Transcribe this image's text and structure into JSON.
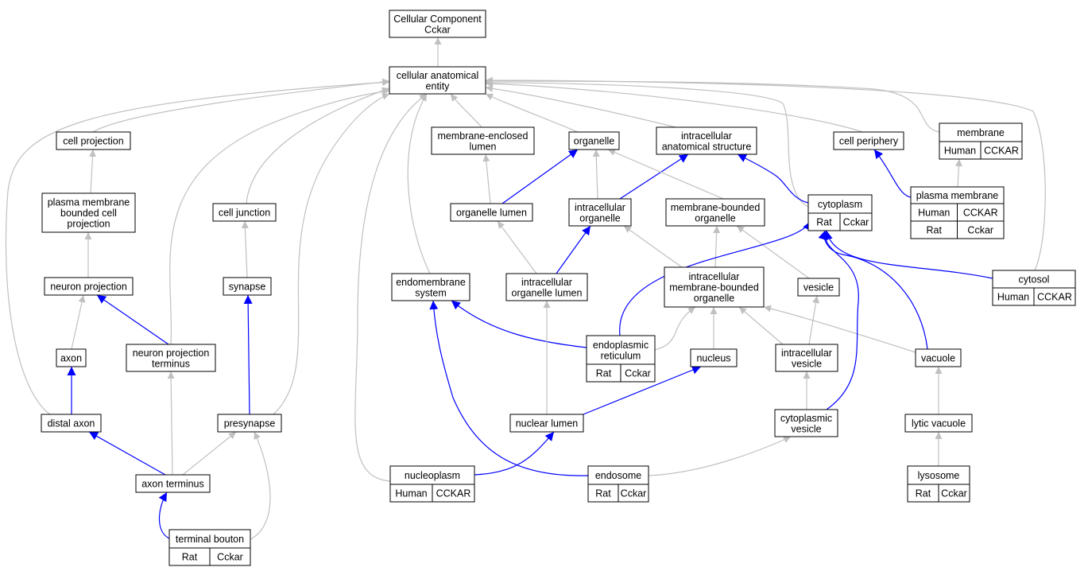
{
  "colors": {
    "gray_edge": "#c0c0c0",
    "blue_edge": "#0000ff",
    "human": "#f46a4e",
    "rat": "#ffd700"
  },
  "nodes": {
    "cellular_component": {
      "lines": [
        "Cellular Component",
        "Cckar"
      ]
    },
    "cellular_anatomical_entity": {
      "lines": [
        "cellular anatomical",
        "entity"
      ]
    },
    "cell_projection": {
      "lines": [
        "cell projection"
      ]
    },
    "membrane_enclosed_lumen": {
      "lines": [
        "membrane-enclosed",
        "lumen"
      ]
    },
    "organelle": {
      "lines": [
        "organelle"
      ]
    },
    "intracellular_anatomical_structure": {
      "lines": [
        "intracellular",
        "anatomical structure"
      ]
    },
    "cell_periphery": {
      "lines": [
        "cell periphery"
      ]
    },
    "membrane": {
      "lines": [
        "membrane"
      ],
      "cells": [
        {
          "type": "human",
          "texts": [
            "Human",
            "CCKAR"
          ]
        }
      ]
    },
    "plasma_membrane_bounded_cell_projection": {
      "lines": [
        "plasma membrane",
        "bounded cell",
        "projection"
      ]
    },
    "cell_junction": {
      "lines": [
        "cell junction"
      ]
    },
    "organelle_lumen": {
      "lines": [
        "organelle lumen"
      ]
    },
    "intracellular_organelle": {
      "lines": [
        "intracellular",
        "organelle"
      ]
    },
    "membrane_bounded_organelle": {
      "lines": [
        "membrane-bounded",
        "organelle"
      ]
    },
    "cytoplasm": {
      "lines": [
        "cytoplasm"
      ],
      "cells": [
        {
          "type": "rat",
          "texts": [
            "Rat",
            "Cckar"
          ]
        }
      ]
    },
    "plasma_membrane": {
      "lines": [
        "plasma membrane"
      ],
      "cells": [
        {
          "type": "human",
          "texts": [
            "Human",
            "CCKAR"
          ]
        },
        {
          "type": "rat",
          "texts": [
            "Rat",
            "Cckar"
          ]
        }
      ]
    },
    "neuron_projection": {
      "lines": [
        "neuron projection"
      ]
    },
    "synapse": {
      "lines": [
        "synapse"
      ]
    },
    "endomembrane_system": {
      "lines": [
        "endomembrane",
        "system"
      ]
    },
    "intracellular_organelle_lumen": {
      "lines": [
        "intracellular",
        "organelle lumen"
      ]
    },
    "intracellular_membrane_bounded_organelle": {
      "lines": [
        "intracellular",
        "membrane-bounded",
        "organelle"
      ]
    },
    "vesicle": {
      "lines": [
        "vesicle"
      ]
    },
    "cytosol": {
      "lines": [
        "cytosol"
      ],
      "cells": [
        {
          "type": "human",
          "texts": [
            "Human",
            "CCKAR"
          ]
        }
      ]
    },
    "axon": {
      "lines": [
        "axon"
      ]
    },
    "neuron_projection_terminus": {
      "lines": [
        "neuron projection",
        "terminus"
      ]
    },
    "endoplasmic_reticulum": {
      "lines": [
        "endoplasmic",
        "reticulum"
      ],
      "cells": [
        {
          "type": "rat",
          "texts": [
            "Rat",
            "Cckar"
          ]
        }
      ]
    },
    "nucleus": {
      "lines": [
        "nucleus"
      ]
    },
    "intracellular_vesicle": {
      "lines": [
        "intracellular",
        "vesicle"
      ]
    },
    "vacuole": {
      "lines": [
        "vacuole"
      ]
    },
    "distal_axon": {
      "lines": [
        "distal axon"
      ]
    },
    "presynapse": {
      "lines": [
        "presynapse"
      ]
    },
    "nuclear_lumen": {
      "lines": [
        "nuclear lumen"
      ]
    },
    "cytoplasmic_vesicle": {
      "lines": [
        "cytoplasmic",
        "vesicle"
      ]
    },
    "lytic_vacuole": {
      "lines": [
        "lytic vacuole"
      ]
    },
    "axon_terminus": {
      "lines": [
        "axon terminus"
      ]
    },
    "nucleoplasm": {
      "lines": [
        "nucleoplasm"
      ],
      "cells": [
        {
          "type": "human",
          "texts": [
            "Human",
            "CCKAR"
          ]
        }
      ]
    },
    "endosome": {
      "lines": [
        "endosome"
      ],
      "cells": [
        {
          "type": "rat",
          "texts": [
            "Rat",
            "Cckar"
          ]
        }
      ]
    },
    "lysosome": {
      "lines": [
        "lysosome"
      ],
      "cells": [
        {
          "type": "rat",
          "texts": [
            "Rat",
            "Cckar"
          ]
        }
      ]
    },
    "terminal_bouton": {
      "lines": [
        "terminal bouton"
      ],
      "cells": [
        {
          "type": "rat",
          "texts": [
            "Rat",
            "Cckar"
          ]
        }
      ]
    }
  },
  "edges": [
    {
      "from": "cellular_anatomical_entity",
      "to": "cellular_component",
      "kind": "gray"
    },
    {
      "from": "cell_projection",
      "to": "cellular_anatomical_entity",
      "kind": "gray"
    },
    {
      "from": "membrane_enclosed_lumen",
      "to": "cellular_anatomical_entity",
      "kind": "gray"
    },
    {
      "from": "organelle",
      "to": "cellular_anatomical_entity",
      "kind": "gray"
    },
    {
      "from": "intracellular_anatomical_structure",
      "to": "cellular_anatomical_entity",
      "kind": "gray"
    },
    {
      "from": "cell_periphery",
      "to": "cellular_anatomical_entity",
      "kind": "gray"
    },
    {
      "from": "membrane",
      "to": "cellular_anatomical_entity",
      "kind": "gray"
    },
    {
      "from": "cytoplasm",
      "to": "cellular_anatomical_entity",
      "kind": "gray"
    },
    {
      "from": "cytosol",
      "to": "cellular_anatomical_entity",
      "kind": "gray"
    },
    {
      "from": "cell_junction",
      "to": "cellular_anatomical_entity",
      "kind": "gray"
    },
    {
      "from": "neuron_projection_terminus",
      "to": "cellular_anatomical_entity",
      "kind": "gray"
    },
    {
      "from": "presynapse",
      "to": "cellular_anatomical_entity",
      "kind": "gray"
    },
    {
      "from": "endomembrane_system",
      "to": "cellular_anatomical_entity",
      "kind": "gray"
    },
    {
      "from": "nucleoplasm",
      "to": "cellular_anatomical_entity",
      "kind": "gray"
    },
    {
      "from": "distal_axon",
      "to": "cellular_anatomical_entity",
      "kind": "gray"
    },
    {
      "from": "plasma_membrane_bounded_cell_projection",
      "to": "cell_projection",
      "kind": "gray"
    },
    {
      "from": "neuron_projection",
      "to": "plasma_membrane_bounded_cell_projection",
      "kind": "gray"
    },
    {
      "from": "axon",
      "to": "neuron_projection",
      "kind": "gray"
    },
    {
      "from": "neuron_projection_terminus",
      "to": "neuron_projection",
      "kind": "blue"
    },
    {
      "from": "distal_axon",
      "to": "axon",
      "kind": "blue"
    },
    {
      "from": "axon_terminus",
      "to": "distal_axon",
      "kind": "blue"
    },
    {
      "from": "axon_terminus",
      "to": "neuron_projection_terminus",
      "kind": "gray"
    },
    {
      "from": "axon_terminus",
      "to": "presynapse",
      "kind": "gray"
    },
    {
      "from": "terminal_bouton",
      "to": "axon_terminus",
      "kind": "blue"
    },
    {
      "from": "terminal_bouton",
      "to": "presynapse",
      "kind": "gray"
    },
    {
      "from": "synapse",
      "to": "cell_junction",
      "kind": "gray"
    },
    {
      "from": "presynapse",
      "to": "synapse",
      "kind": "blue"
    },
    {
      "from": "organelle_lumen",
      "to": "membrane_enclosed_lumen",
      "kind": "gray"
    },
    {
      "from": "organelle_lumen",
      "to": "organelle",
      "kind": "blue"
    },
    {
      "from": "intracellular_organelle",
      "to": "organelle",
      "kind": "gray"
    },
    {
      "from": "intracellular_organelle",
      "to": "intracellular_anatomical_structure",
      "kind": "blue"
    },
    {
      "from": "membrane_bounded_organelle",
      "to": "organelle",
      "kind": "gray"
    },
    {
      "from": "intracellular_organelle_lumen",
      "to": "organelle_lumen",
      "kind": "gray"
    },
    {
      "from": "intracellular_organelle_lumen",
      "to": "intracellular_organelle",
      "kind": "blue"
    },
    {
      "from": "intracellular_membrane_bounded_organelle",
      "to": "intracellular_organelle",
      "kind": "gray"
    },
    {
      "from": "intracellular_membrane_bounded_organelle",
      "to": "membrane_bounded_organelle",
      "kind": "gray"
    },
    {
      "from": "vesicle",
      "to": "membrane_bounded_organelle",
      "kind": "gray"
    },
    {
      "from": "cytoplasm",
      "to": "intracellular_anatomical_structure",
      "kind": "blue"
    },
    {
      "from": "plasma_membrane",
      "to": "cell_periphery",
      "kind": "blue"
    },
    {
      "from": "plasma_membrane",
      "to": "membrane",
      "kind": "gray"
    },
    {
      "from": "cytosol",
      "to": "cytoplasm",
      "kind": "blue"
    },
    {
      "from": "endoplasmic_reticulum",
      "to": "endomembrane_system",
      "kind": "blue"
    },
    {
      "from": "endoplasmic_reticulum",
      "to": "cytoplasm",
      "kind": "blue"
    },
    {
      "from": "endoplasmic_reticulum",
      "to": "intracellular_membrane_bounded_organelle",
      "kind": "gray"
    },
    {
      "from": "nucleus",
      "to": "intracellular_membrane_bounded_organelle",
      "kind": "gray"
    },
    {
      "from": "intracellular_vesicle",
      "to": "intracellular_membrane_bounded_organelle",
      "kind": "gray"
    },
    {
      "from": "intracellular_vesicle",
      "to": "vesicle",
      "kind": "gray"
    },
    {
      "from": "vacuole",
      "to": "intracellular_membrane_bounded_organelle",
      "kind": "gray"
    },
    {
      "from": "vacuole",
      "to": "cytoplasm",
      "kind": "blue"
    },
    {
      "from": "nuclear_lumen",
      "to": "intracellular_organelle_lumen",
      "kind": "gray"
    },
    {
      "from": "nuclear_lumen",
      "to": "nucleus",
      "kind": "blue"
    },
    {
      "from": "cytoplasmic_vesicle",
      "to": "intracellular_vesicle",
      "kind": "gray"
    },
    {
      "from": "cytoplasmic_vesicle",
      "to": "cytoplasm",
      "kind": "blue"
    },
    {
      "from": "lytic_vacuole",
      "to": "vacuole",
      "kind": "gray"
    },
    {
      "from": "lysosome",
      "to": "lytic_vacuole",
      "kind": "gray"
    },
    {
      "from": "nucleoplasm",
      "to": "nuclear_lumen",
      "kind": "blue"
    },
    {
      "from": "endosome",
      "to": "endomembrane_system",
      "kind": "blue"
    },
    {
      "from": "endosome",
      "to": "cytoplasmic_vesicle",
      "kind": "gray"
    }
  ]
}
